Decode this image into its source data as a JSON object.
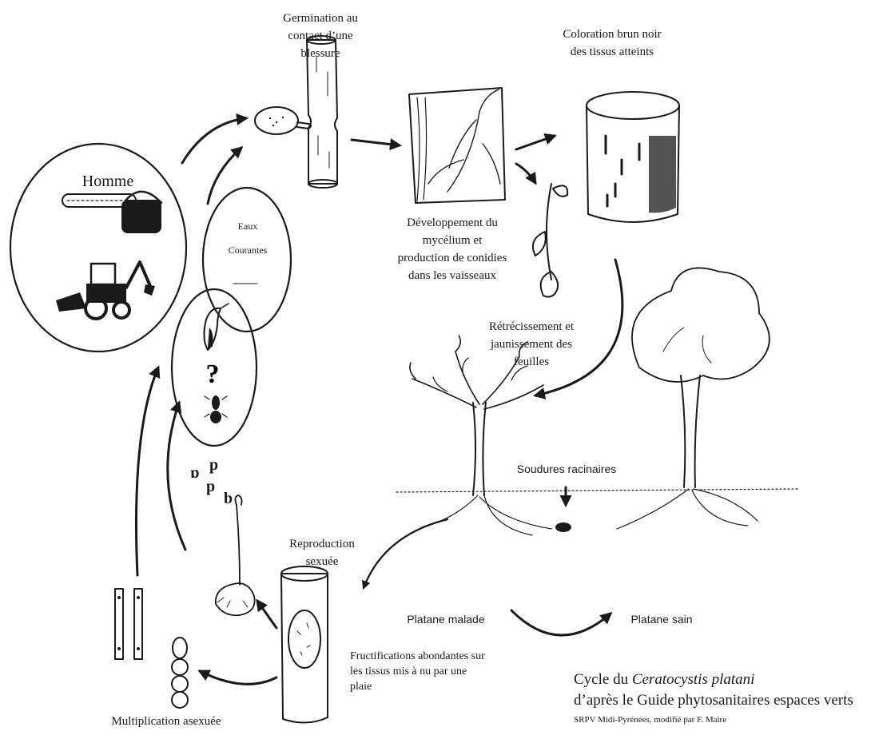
{
  "labels": {
    "germination": "Germination au\ncontact d’une\nblessure",
    "coloration": "Coloration brun noir\ndes tissus atteints",
    "developpement": "Développement du\nmycélium et\nproduction de conidies\ndans les vaisseaux",
    "retrecissement": "Rétrécissement et\njaunissement des\nfeuilles",
    "homme": "Homme",
    "eaux": "Eaux",
    "courantes": "Courantes",
    "question": "?",
    "soudures": "Soudures racinaires",
    "platane_malade": "Platane malade",
    "platane_sain": "Platane sain",
    "reproduction": "Reproduction\nsexuée",
    "fructifications": "Fructifications abondantes sur\nles tissus mis à nu par une\nplaie",
    "multiplication": "Multiplication asexuée"
  },
  "caption": {
    "line1_prefix": "Cycle du ",
    "line1_species": "Ceratocystis platani",
    "line2": "d’après le Guide phytosanitaires espaces verts",
    "credit": "SRPV Midi-Pyrénées, modifié par F. Maire"
  }
}
